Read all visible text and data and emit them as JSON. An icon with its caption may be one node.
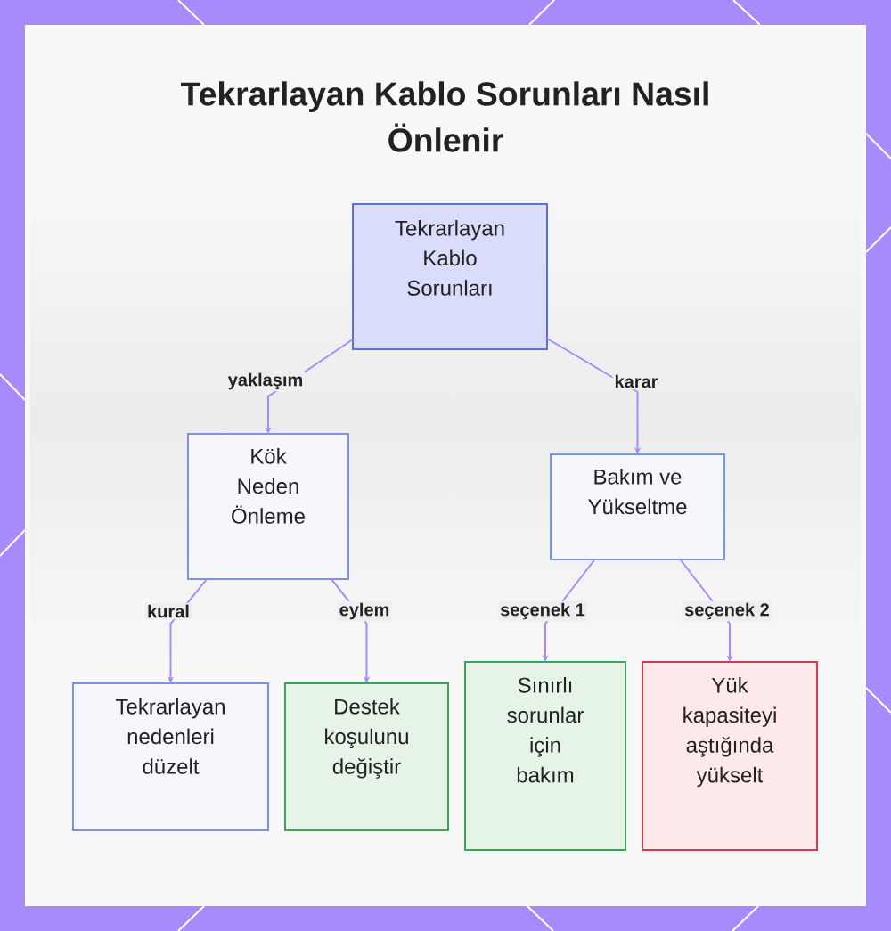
{
  "diagram": {
    "title": "Tekrarlayan Kablo Sorunları Nasıl Önlenir",
    "nodes": [
      {
        "text": [
          "Tekrarlayan Kablo Sorunları"
        ]
      },
      {
        "text": [
          "Kök Neden Önleme"
        ]
      },
      {
        "text": [
          "Bakım ve Yükseltme"
        ]
      },
      {
        "text": [
          "Tekrarlayan nedenleri düzelt"
        ]
      },
      {
        "text": [
          "Destek koşulunu değiştir"
        ]
      },
      {
        "text": [
          "Sınırlı sorunlar için bakım"
        ]
      },
      {
        "text": [
          "Yük kapasiteyi aştığında yükselt"
        ]
      }
    ],
    "edges": [
      {
        "from": 0,
        "to": 1,
        "arrow": "to",
        "label": "yaklaşım"
      },
      {
        "from": 0,
        "to": 2,
        "arrow": "to",
        "label": "karar"
      },
      {
        "from": 1,
        "to": 3,
        "arrow": "to",
        "label": "kural"
      },
      {
        "from": 1,
        "to": 4,
        "arrow": "to",
        "label": "eylem"
      },
      {
        "from": 2,
        "to": 5,
        "arrow": "to",
        "label": "seçenek 1"
      },
      {
        "from": 2,
        "to": 6,
        "arrow": "to",
        "label": "seçenek 2"
      }
    ]
  }
}
